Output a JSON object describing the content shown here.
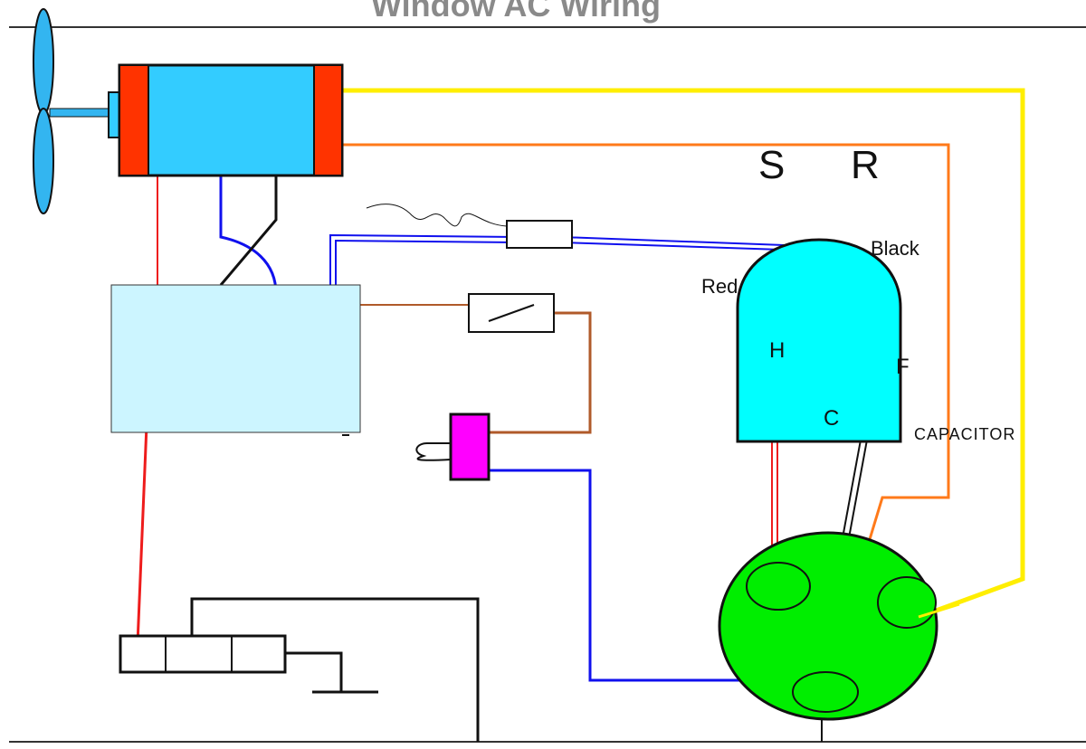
{
  "title": "Window AC Wiring",
  "labels": {
    "start": "S",
    "run": "R",
    "black": "Black",
    "red": "Red",
    "herm": "H",
    "fan": "F",
    "common": "C",
    "capacitor": "CAPACITOR"
  },
  "colors": {
    "motor_body": "#33ccff",
    "motor_caps": "#ff3300",
    "fan_blades": "#33b5f0",
    "switch_box": "#ccf5ff",
    "capacitor": "#00ffff",
    "compressor": "#00ee00",
    "relay": "#ff00ff",
    "wire_yellow": "#ffee00",
    "wire_orange": "#ff7a1a",
    "wire_blue": "#1010ee",
    "wire_red": "#ee1c1c",
    "wire_brown": "#b05a2a",
    "wire_black": "#111111"
  }
}
